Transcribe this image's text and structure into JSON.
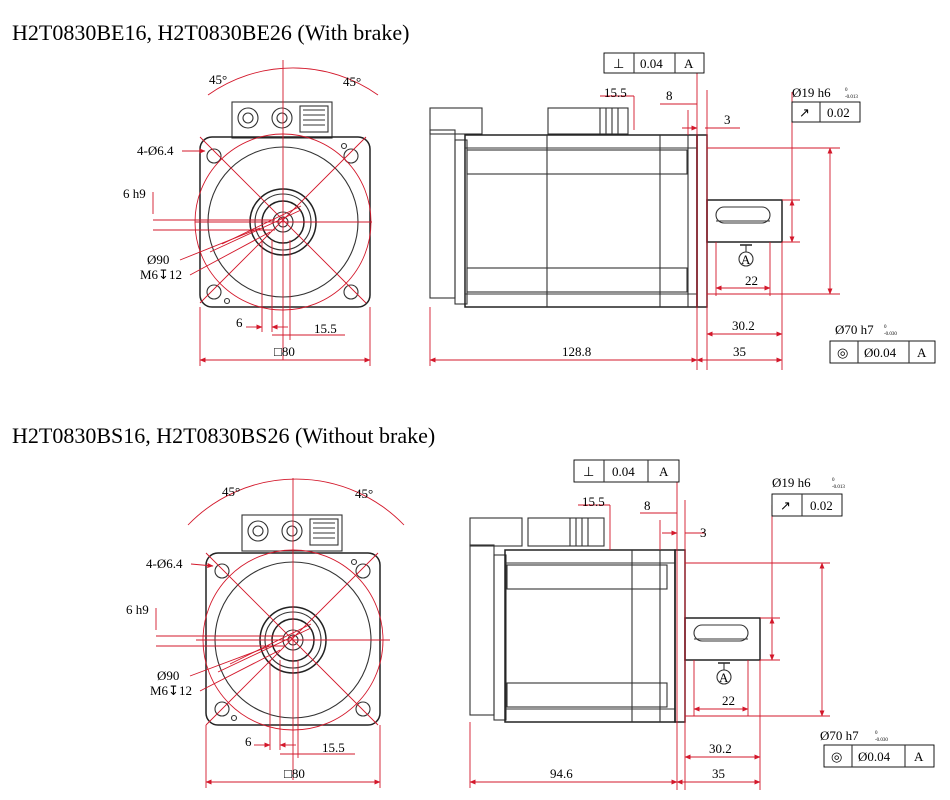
{
  "sections": [
    {
      "title": "H2T0830BE16, H2T0830BE26 (With brake)",
      "front": {
        "angle_left": "45°",
        "angle_right": "45°",
        "holes": "4-Ø6.4",
        "key": "6 h9",
        "pcd": "Ø90",
        "thread": "M6↧12",
        "dim_a": "6",
        "dim_b": "15.5",
        "square": "□80"
      },
      "side": {
        "perp_symbol": "⊥",
        "perp_tol": "0.04",
        "perp_datum": "A",
        "d15": "15.5",
        "d8": "8",
        "d3": "3",
        "shaft_dia": "Ø19 h6",
        "shaft_tol_up": "0",
        "shaft_tol_low": "-0.013",
        "runout_symbol": "↗",
        "runout_tol": "0.02",
        "datum_label": "A",
        "key_len": "22",
        "len_body": "128.8",
        "len_shaft": "35",
        "len_302": "30.2",
        "spigot_dia": "Ø70 h7",
        "spigot_tol_up": "0",
        "spigot_tol_low": "-0.030",
        "conc_symbol": "◎",
        "conc_tol": "Ø0.04",
        "conc_datum": "A"
      }
    },
    {
      "title": "H2T0830BS16, H2T0830BS26 (Without brake)",
      "front": {
        "angle_left": "45°",
        "angle_right": "45°",
        "holes": "4-Ø6.4",
        "key": "6 h9",
        "pcd": "Ø90",
        "thread": "M6↧12",
        "dim_a": "6",
        "dim_b": "15.5",
        "square": "□80"
      },
      "side": {
        "perp_symbol": "⊥",
        "perp_tol": "0.04",
        "perp_datum": "A",
        "d15": "15.5",
        "d8": "8",
        "d3": "3",
        "shaft_dia": "Ø19  h6",
        "shaft_tol_up": "0",
        "shaft_tol_low": "-0.013",
        "runout_symbol": "↗",
        "runout_tol": "0.02",
        "datum_label": "A",
        "key_len": "22",
        "len_body": "94.6",
        "len_shaft": "35",
        "len_302": "30.2",
        "spigot_dia": "Ø70  h7",
        "spigot_tol_up": "0",
        "spigot_tol_low": "-0.030",
        "conc_symbol": "◎",
        "conc_tol": "Ø0.04",
        "conc_datum": "A"
      }
    }
  ],
  "colors": {
    "dimension": "#d3182b",
    "outline": "#333333"
  }
}
